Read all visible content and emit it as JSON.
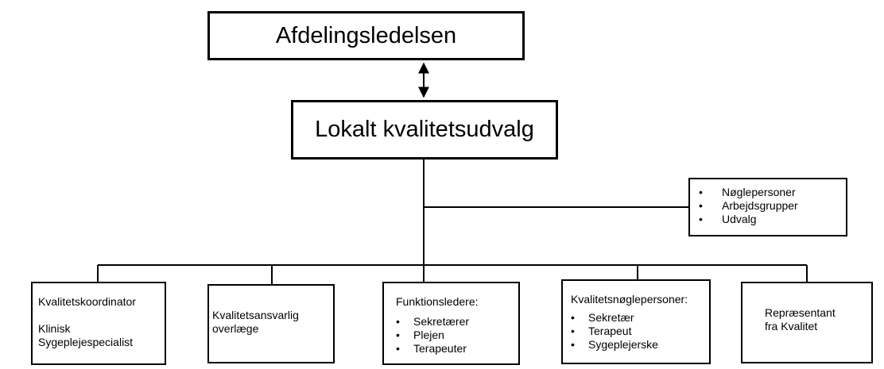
{
  "top": {
    "title": "Afdelingsledelsen"
  },
  "middle": {
    "title": "Lokalt kvalitetsudvalg"
  },
  "side": {
    "items": [
      "Nøglepersoner",
      "Arbejdsgrupper",
      "Udvalg"
    ]
  },
  "bottom": {
    "b1": {
      "line1": "Kvalitetskoordinator",
      "line2": "Klinisk",
      "line3": "Sygeplejespecialist"
    },
    "b2": {
      "line1": "Kvalitetsansvarlig",
      "line2": "overlæge"
    },
    "b3": {
      "title": "Funktionsledere:",
      "items": [
        "Sekretærer",
        "Plejen",
        "Terapeuter"
      ]
    },
    "b4": {
      "title": "Kvalitetsnøglepersoner:",
      "items": [
        "Sekretær",
        "Terapeut",
        "Sygeplejerske"
      ]
    },
    "b5": {
      "line1": "Repræsentant",
      "line2": "fra Kvalitet"
    }
  }
}
